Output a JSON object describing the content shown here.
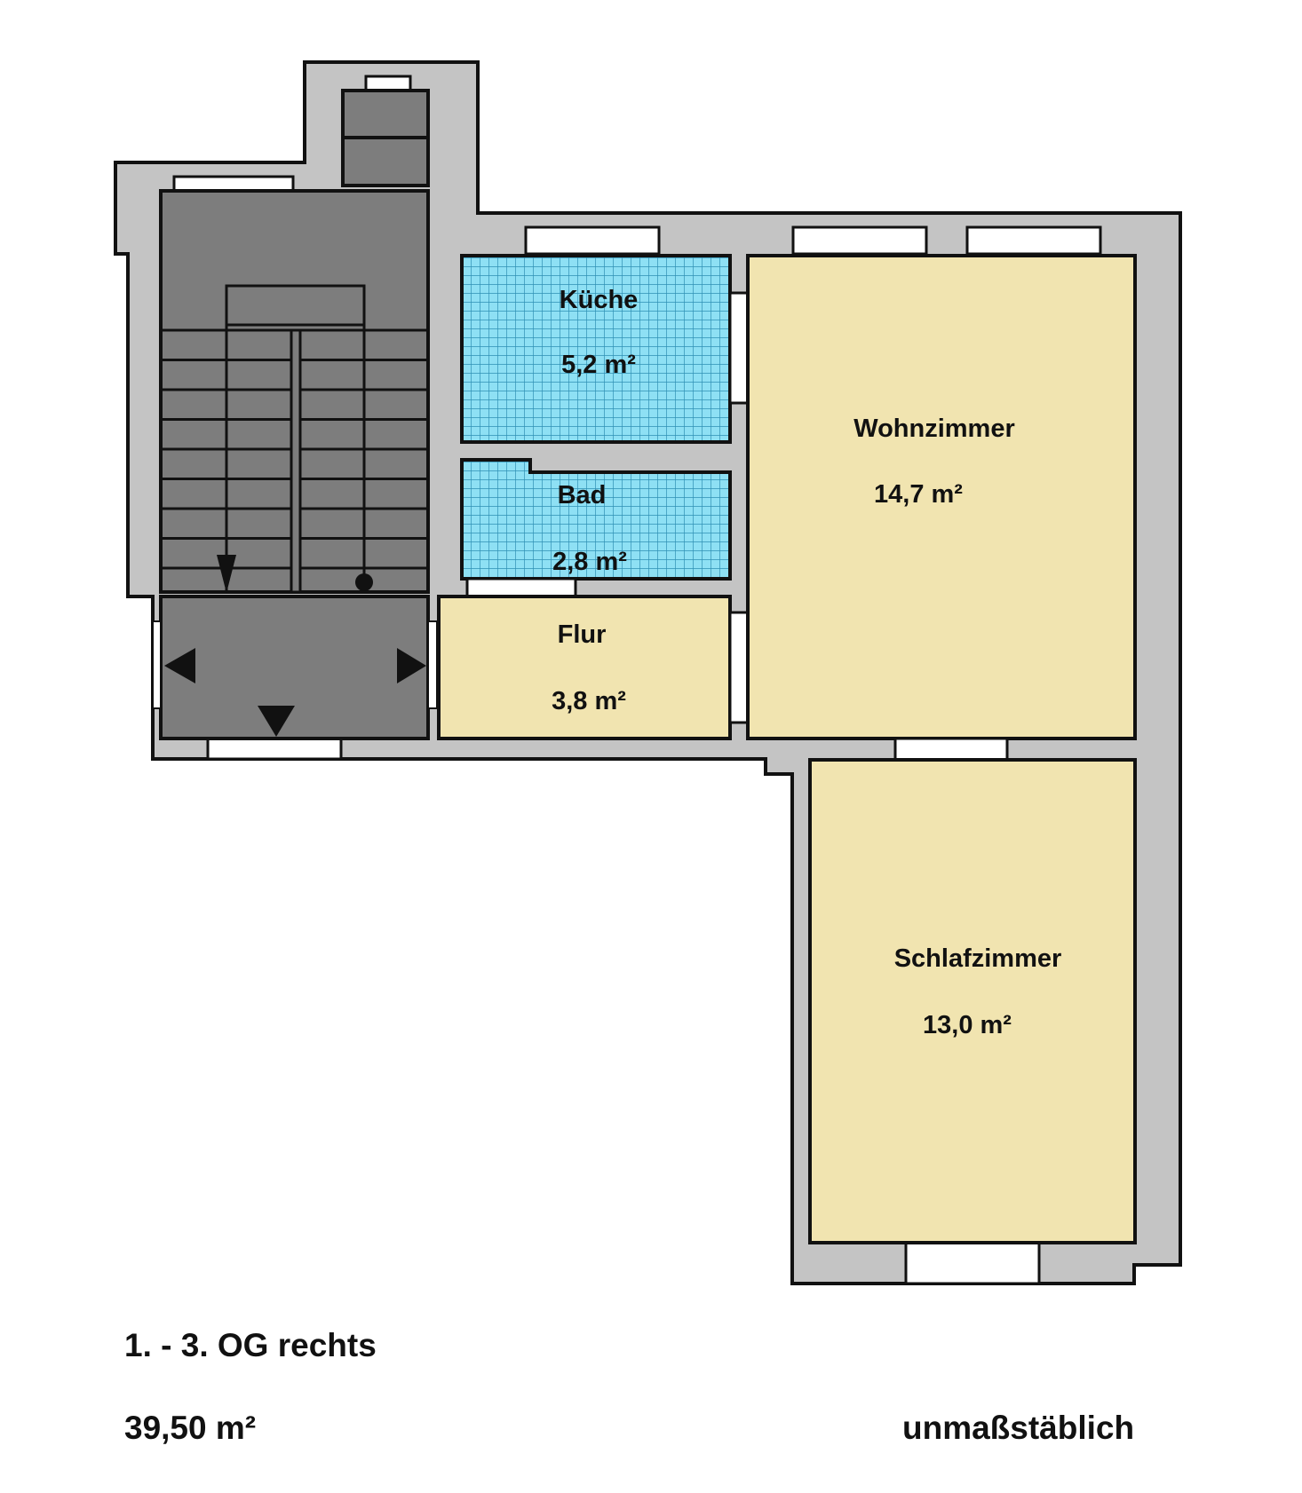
{
  "colors": {
    "wall": "#c4c4c4",
    "outline": "#111111",
    "stair": "#7d7d7d",
    "living_floor": "#f1e4b0",
    "tile_floor": "#8ee0f4",
    "tile_grid": "#2f90b4",
    "window": "#ffffff"
  },
  "rooms": {
    "kueche": {
      "name": "Küche",
      "area": "5,2 m²"
    },
    "bad": {
      "name": "Bad",
      "area": "2,8 m²"
    },
    "flur": {
      "name": "Flur",
      "area": "3,8 m²"
    },
    "wohnzimmer": {
      "name": "Wohnzimmer",
      "area": "14,7 m²"
    },
    "schlafzimmer": {
      "name": "Schlafzimmer",
      "area": "13,0 m²"
    }
  },
  "footer": {
    "floor": "1. - 3. OG rechts",
    "total_area": "39,50 m²",
    "scale_note": "unmaßstäblich"
  }
}
